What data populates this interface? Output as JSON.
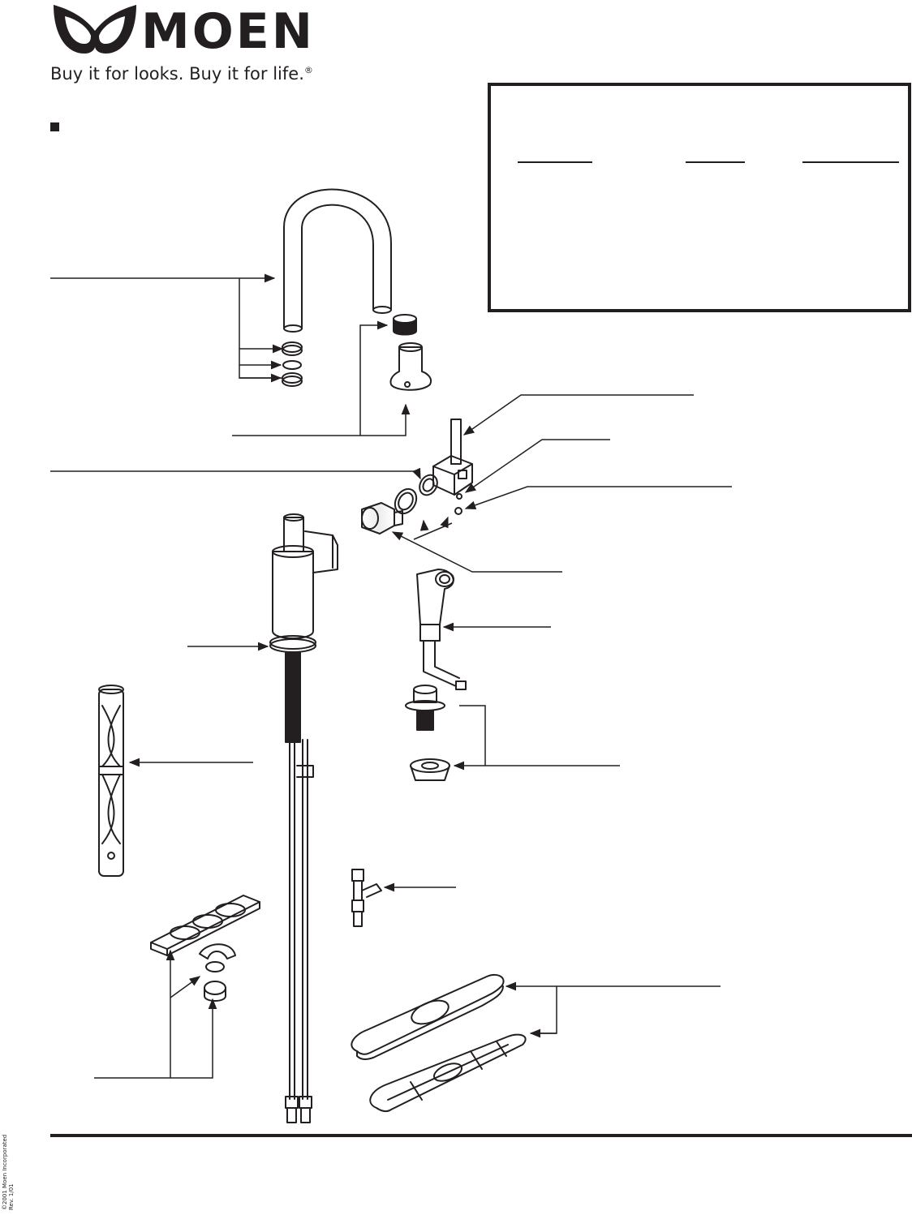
{
  "brand": {
    "name": "MOEN",
    "tagline": "Buy it for looks. Buy it for life.",
    "registered_mark": "®"
  },
  "side_code": {
    "line1": "©2001 Moen Incorporated",
    "line2": "Rev. 1/01"
  },
  "icons": [
    "moen-logo-icon",
    "section-bullet-icon"
  ],
  "colors": {
    "ink": "#231f20",
    "paper": "#ffffff"
  }
}
